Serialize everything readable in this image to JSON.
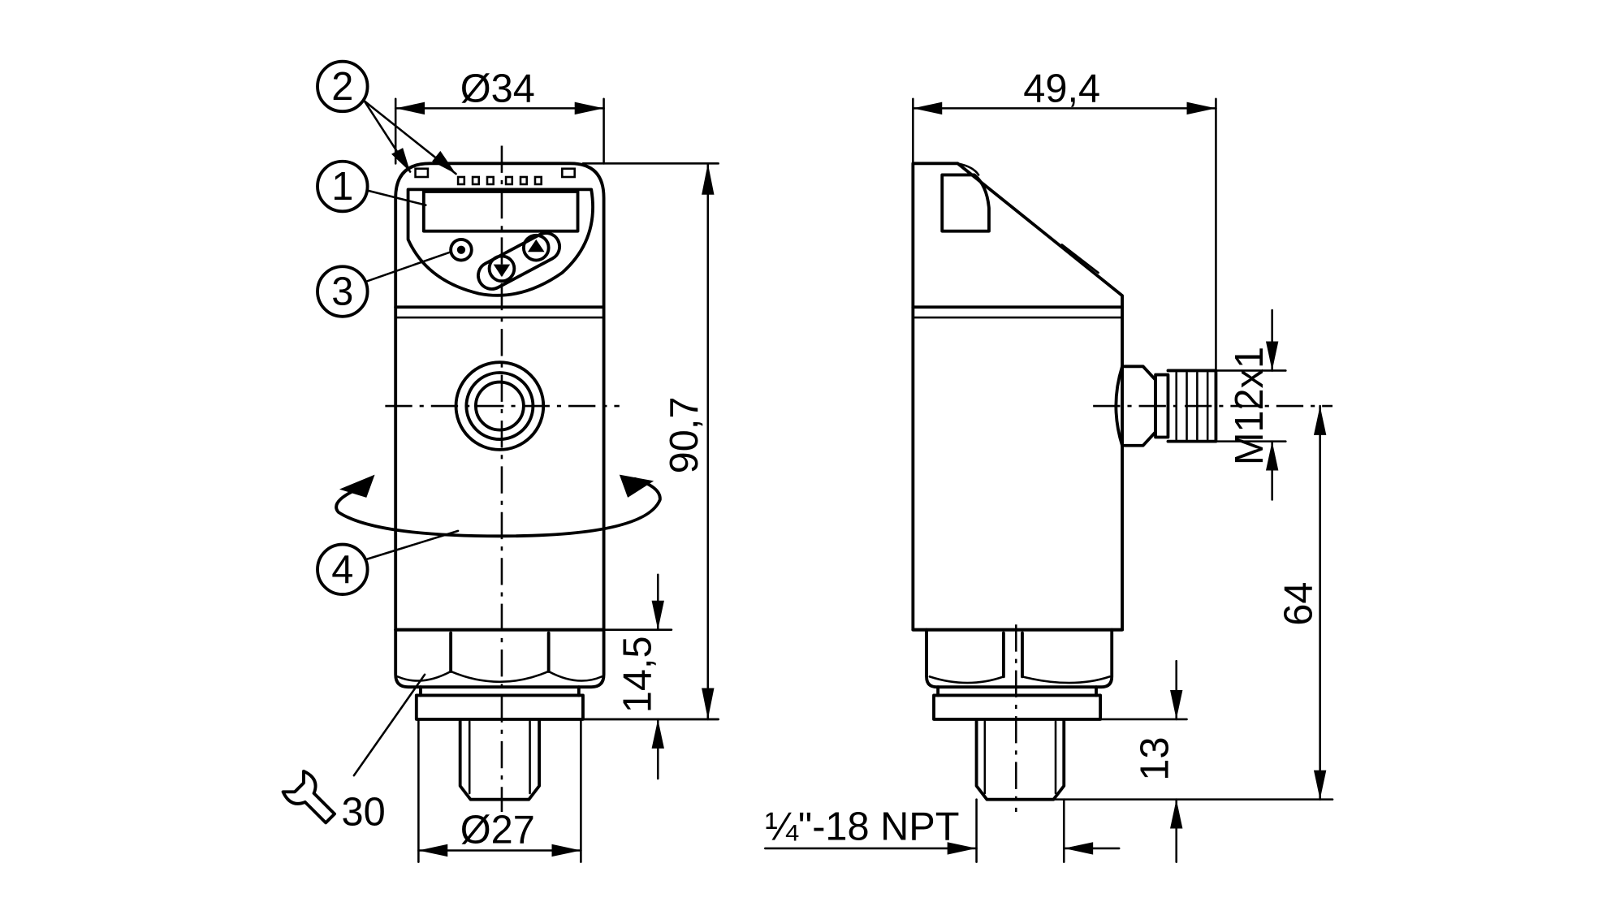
{
  "callouts": {
    "c1": "1",
    "c2": "2",
    "c3": "3",
    "c4": "4"
  },
  "dimensions": {
    "diameter_top": "Ø34",
    "height_total": "90,7",
    "thread_height": "14,5",
    "diameter_bottom": "Ø27",
    "wrench_size": "30",
    "side_width": "49,4",
    "connector": "M12x1",
    "axis_height": "64",
    "npt_height": "13",
    "npt_thread": "¼\"-18 NPT"
  },
  "icons": {
    "wrench": "wrench-icon"
  }
}
